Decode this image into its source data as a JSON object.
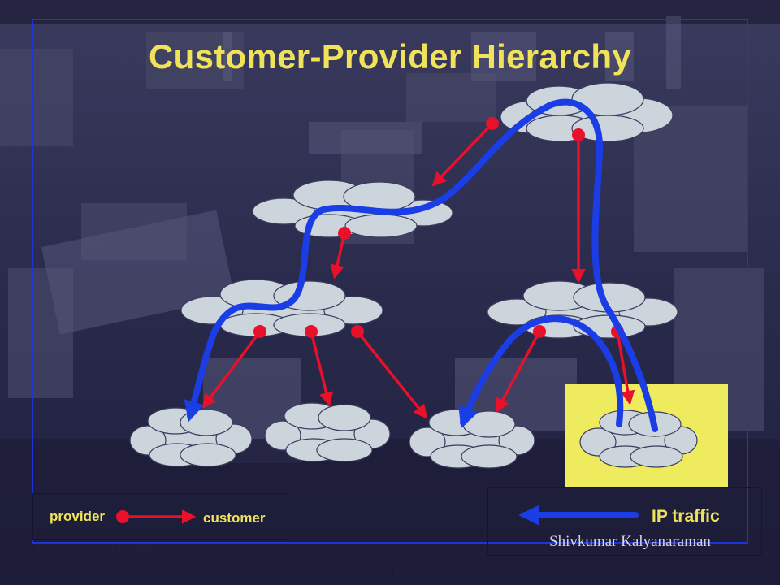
{
  "slide": {
    "title": "Customer-Provider Hierarchy",
    "page_number": "23",
    "institution": "Rensselaer Polytechnic Institute",
    "author": "Shivkumar Kalyanaraman"
  },
  "legend": {
    "provider_label": "provider",
    "customer_label": "customer",
    "traffic_label": "IP traffic"
  },
  "colors": {
    "title_text": "#f0e35a",
    "cloud_fill": "#cdd5dc",
    "provider_arrow": "#e8102a",
    "ip_traffic": "#1a3de6",
    "highlight_box": "#eeec5e",
    "frame_border": "#1d34d8"
  },
  "diagram": {
    "nodes": [
      "top",
      "mid",
      "left",
      "right",
      "b1",
      "b2",
      "b3",
      "b4"
    ],
    "provider_customer_edges": [
      {
        "provider": "top",
        "customer": "mid"
      },
      {
        "provider": "top",
        "customer": "right"
      },
      {
        "provider": "mid",
        "customer": "left"
      },
      {
        "provider": "left",
        "customer": "b1"
      },
      {
        "provider": "left",
        "customer": "b2"
      },
      {
        "provider": "left",
        "customer": "b3"
      },
      {
        "provider": "right",
        "customer": "b3"
      },
      {
        "provider": "right",
        "customer": "b4"
      }
    ],
    "ip_traffic_paths": [
      {
        "from": "b4",
        "via": [
          "right",
          "top",
          "mid",
          "left"
        ],
        "to": "b1"
      },
      {
        "from": "b4",
        "via": [
          "right"
        ],
        "to": "b3"
      }
    ],
    "highlighted_node": "b4"
  }
}
